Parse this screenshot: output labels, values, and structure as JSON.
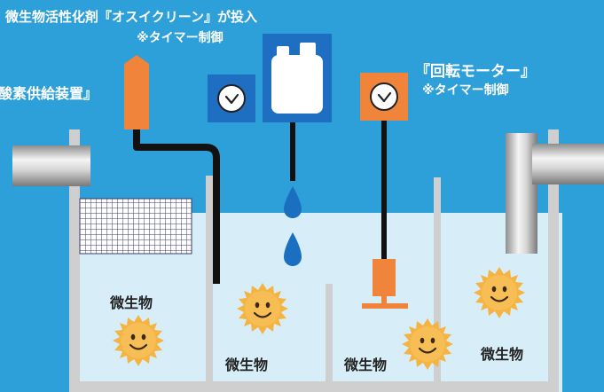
{
  "labels": {
    "activator_title": "微生物活性化剤『オスイクリーン』が投入",
    "activator_timer": "※タイマー制御",
    "oxygen_device": "酸素供給装置』",
    "motor_title": "『回転モーター』",
    "motor_timer": "※タイマー制御"
  },
  "microbes": {
    "label_1": "微生物",
    "label_2": "微生物",
    "label_3": "微生物",
    "label_4": "微生物"
  },
  "colors": {
    "background": "#2d9fd9",
    "water": "#d7eef9",
    "tank_wall": "#cfcfcf",
    "pipe": "#111111",
    "orange": "#f0843a",
    "microbe": "#f5b342",
    "drop": "#1a6fc0",
    "clock_panel": "#1e6fc2"
  },
  "icons": [
    "clock-icon",
    "water-drop-icon",
    "container-icon",
    "microbe-face-icon",
    "motor-icon"
  ]
}
